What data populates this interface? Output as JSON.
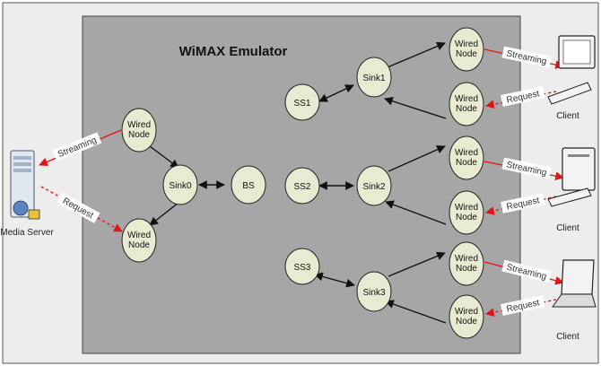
{
  "title": "WiMAX Emulator",
  "labels": {
    "wired_node": "Wired Node",
    "sink0": "Sink0",
    "sink1": "Sink1",
    "sink2": "Sink2",
    "sink3": "Sink3",
    "bs": "BS",
    "ss1": "SS1",
    "ss2": "SS2",
    "ss3": "SS3",
    "streaming": "Streaming",
    "request": "Request",
    "media_server": "Media Server",
    "client": "Client"
  },
  "colors": {
    "emulator_bg": "#a6a6a6",
    "node_fill": "#e9ead2",
    "arrow": "#111111",
    "streaming": "#e0151b",
    "frame": "#ededed"
  }
}
